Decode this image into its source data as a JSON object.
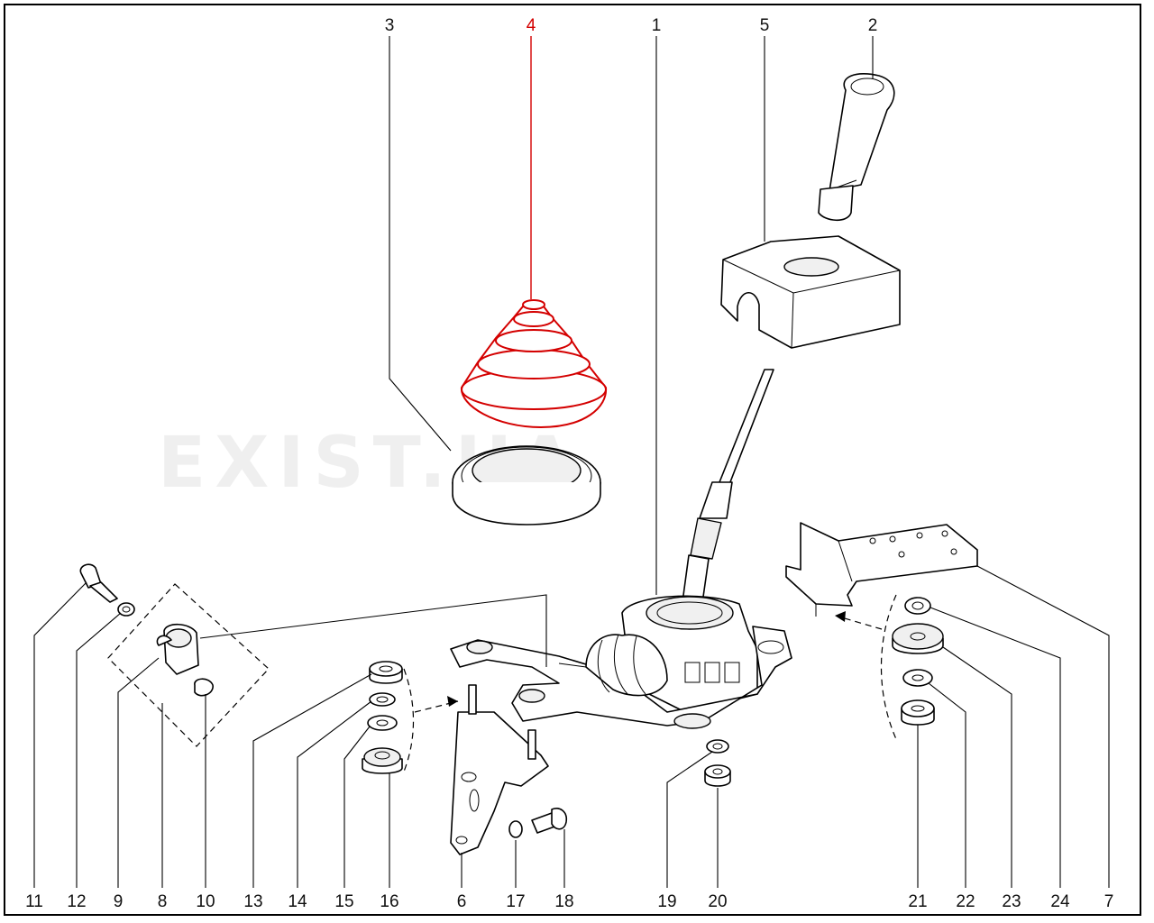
{
  "diagram": {
    "title": "Gear shift mechanism - exploded view",
    "highlight_color": "#d40000",
    "watermark": "EXIST.UA",
    "callouts": [
      {
        "id": "c3",
        "label": "3"
      },
      {
        "id": "c4",
        "label": "4",
        "highlighted": true
      },
      {
        "id": "c1",
        "label": "1"
      },
      {
        "id": "c5",
        "label": "5"
      },
      {
        "id": "c2",
        "label": "2"
      },
      {
        "id": "c11",
        "label": "11"
      },
      {
        "id": "c12",
        "label": "12"
      },
      {
        "id": "c9",
        "label": "9"
      },
      {
        "id": "c8",
        "label": "8"
      },
      {
        "id": "c10",
        "label": "10"
      },
      {
        "id": "c13",
        "label": "13"
      },
      {
        "id": "c14",
        "label": "14"
      },
      {
        "id": "c15",
        "label": "15"
      },
      {
        "id": "c16",
        "label": "16"
      },
      {
        "id": "c6",
        "label": "6"
      },
      {
        "id": "c17",
        "label": "17"
      },
      {
        "id": "c18",
        "label": "18"
      },
      {
        "id": "c19",
        "label": "19"
      },
      {
        "id": "c20",
        "label": "20"
      },
      {
        "id": "c21",
        "label": "21"
      },
      {
        "id": "c22",
        "label": "22"
      },
      {
        "id": "c23",
        "label": "23"
      },
      {
        "id": "c24",
        "label": "24"
      },
      {
        "id": "c7",
        "label": "7"
      }
    ]
  }
}
